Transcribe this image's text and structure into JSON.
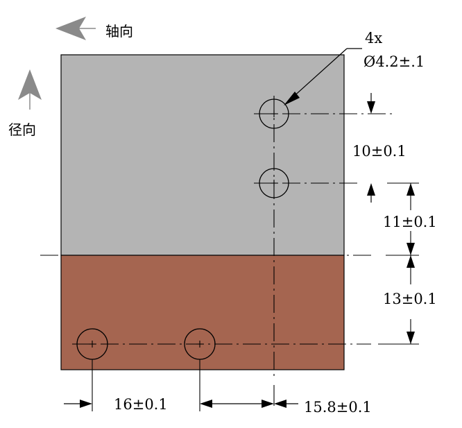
{
  "axis_labels": {
    "axial": "轴向",
    "radial": "径向"
  },
  "callout": {
    "count": "4x",
    "diameter": "Ø4.2±.1"
  },
  "dimensions": {
    "d_10": "10±0.1",
    "d_11": "11±0.1",
    "d_13": "13±0.1",
    "d_16": "16±0.1",
    "d_15_8": "15.8±0.1"
  },
  "colors": {
    "upper_block": "#b4b4b4",
    "lower_block": "#a56550",
    "direction_arrow": "#8a8a8a"
  }
}
